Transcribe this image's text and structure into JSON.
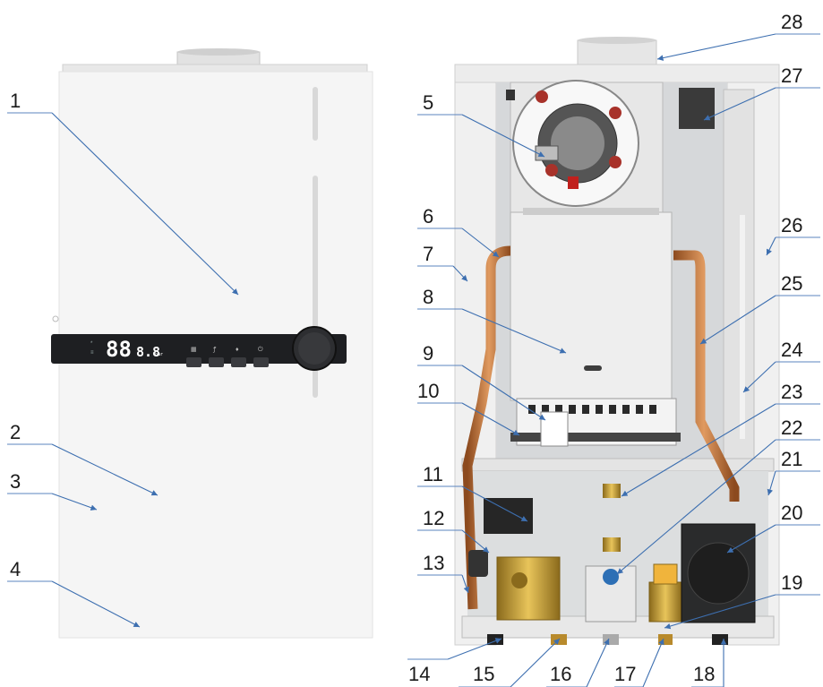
{
  "callouts": [
    "1",
    "2",
    "3",
    "4",
    "5",
    "6",
    "7",
    "8",
    "9",
    "10",
    "11",
    "12",
    "13",
    "14",
    "15",
    "16",
    "17",
    "18",
    "19",
    "20",
    "21",
    "22",
    "23",
    "24",
    "25",
    "26",
    "27",
    "28"
  ],
  "display": {
    "digits_main": "88",
    "digits_small": "8.8",
    "unit": "bar"
  },
  "colors": {
    "leader": "#3d6fb0",
    "panel": "#1e1f22",
    "copper": "#c8743a",
    "casing": "#f4f4f4",
    "interior": "#d6d8da"
  },
  "icons": [
    "snowflake-icon",
    "radiator-icon",
    "tap-icon",
    "flame-icon",
    "power-icon",
    "knob-icon"
  ]
}
